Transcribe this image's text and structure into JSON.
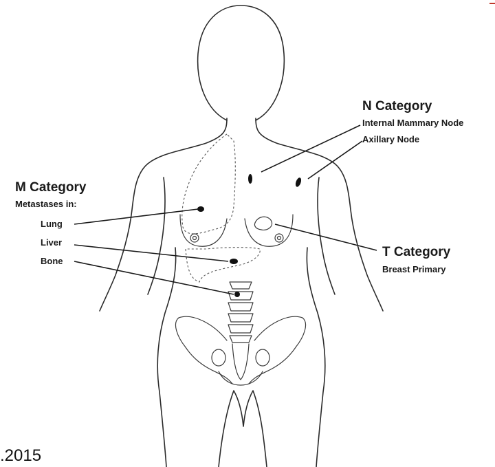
{
  "labels": {
    "n_category": {
      "heading": "N Category",
      "items": [
        "Internal Mammary Node",
        "Axillary Node"
      ]
    },
    "m_category": {
      "heading": "M Category",
      "subheading": "Metastases in:",
      "items": [
        "Lung",
        "Liver",
        "Bone"
      ]
    },
    "t_category": {
      "heading": "T Category",
      "items": [
        "Breast Primary"
      ]
    }
  },
  "footer": {
    "year_text": ".2015"
  },
  "colors": {
    "ink": "#1a1a1a",
    "background": "#ffffff",
    "corner_mark": "#c0392b"
  }
}
